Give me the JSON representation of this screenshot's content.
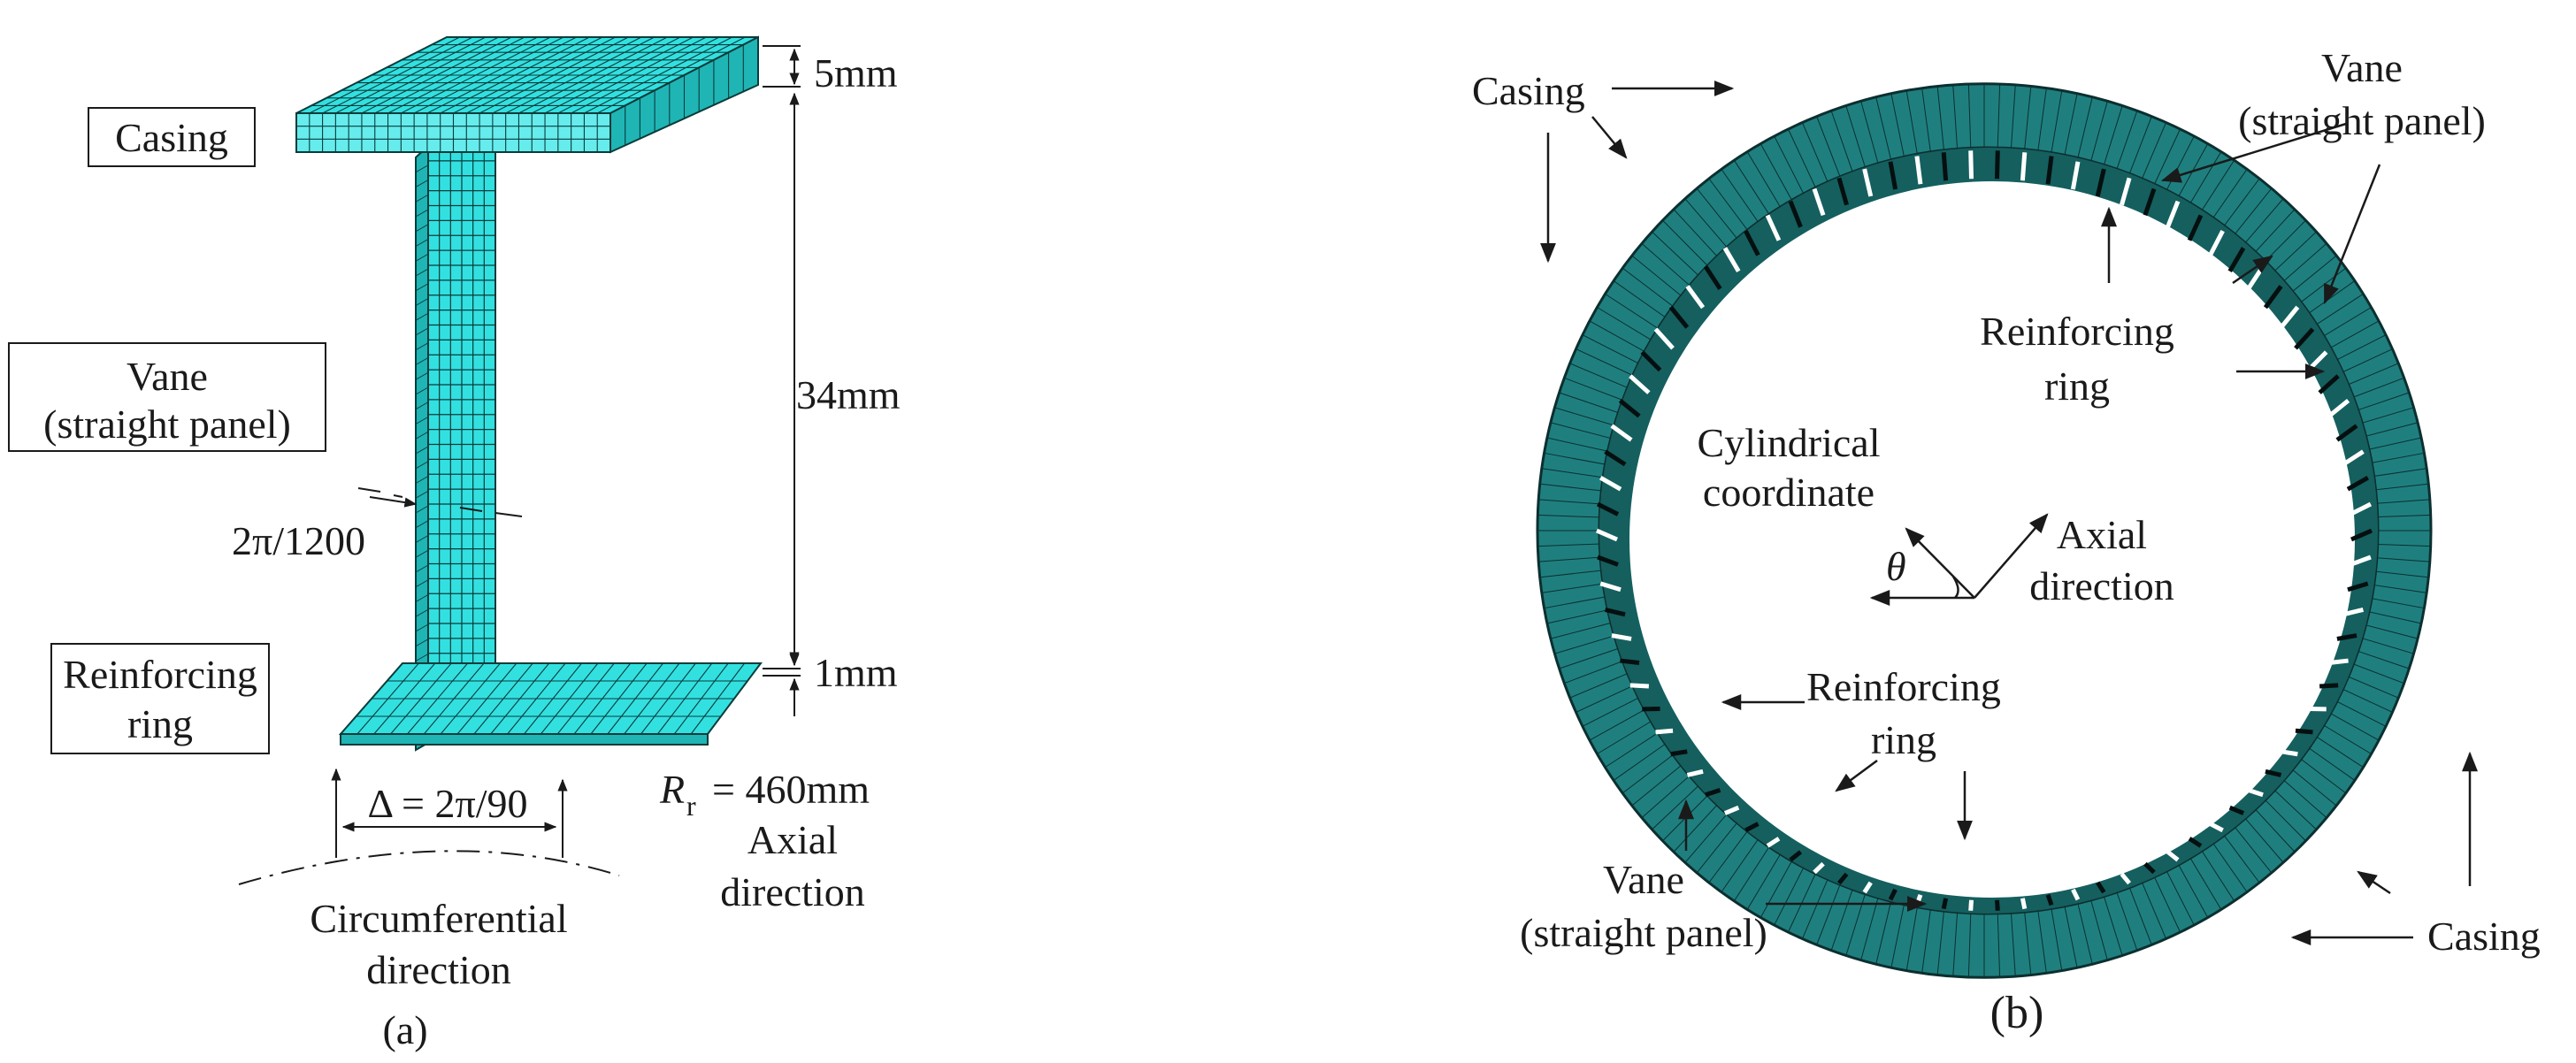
{
  "colors": {
    "mesh_face": "#33e0e0",
    "mesh_face_light": "#66ecec",
    "mesh_face_dark": "#1fb5b5",
    "mesh_line": "#0b3b3b",
    "ring_outer": "#1f7f7f",
    "ring_inner": "#155f5f",
    "ring_dark": "#0c2f2f",
    "ink": "#1a1a1a",
    "background": "#ffffff"
  },
  "icons": [
    "arrow-icon",
    "dimension-arrow-icon"
  ],
  "panel_a": {
    "caption": "(a)",
    "labels": {
      "casing": "Casing",
      "vane_line1": "Vane",
      "vane_line2": "(straight panel)",
      "reinforcing_line1": "Reinforcing",
      "reinforcing_line2": "ring",
      "casing_thickness": "5mm",
      "vane_height": "34mm",
      "ring_thickness": "1mm",
      "vane_angle": "2π/1200",
      "sector_angle": "Δ = 2π/90",
      "radius_symbol": "R",
      "radius_subscript": "r",
      "radius_value": "= 460mm",
      "axial_line1": "Axial",
      "axial_line2": "direction",
      "circ_line1": "Circumferential",
      "circ_line2": "direction"
    }
  },
  "panel_b": {
    "caption": "(b)",
    "labels": {
      "casing_top": "Casing",
      "vane_top_line1": "Vane",
      "vane_top_line2": "(straight panel)",
      "reinf_top_line1": "Reinforcing",
      "reinf_top_line2": "ring",
      "cyl_line1": "Cylindrical",
      "cyl_line2": "coordinate",
      "theta": "θ",
      "axial_line1": "Axial",
      "axial_line2": "direction",
      "reinf_bottom_line1": "Reinforcing",
      "reinf_bottom_line2": "ring",
      "vane_bottom_line1": "Vane",
      "vane_bottom_line2": "(straight panel)",
      "casing_bottom": "Casing"
    }
  }
}
